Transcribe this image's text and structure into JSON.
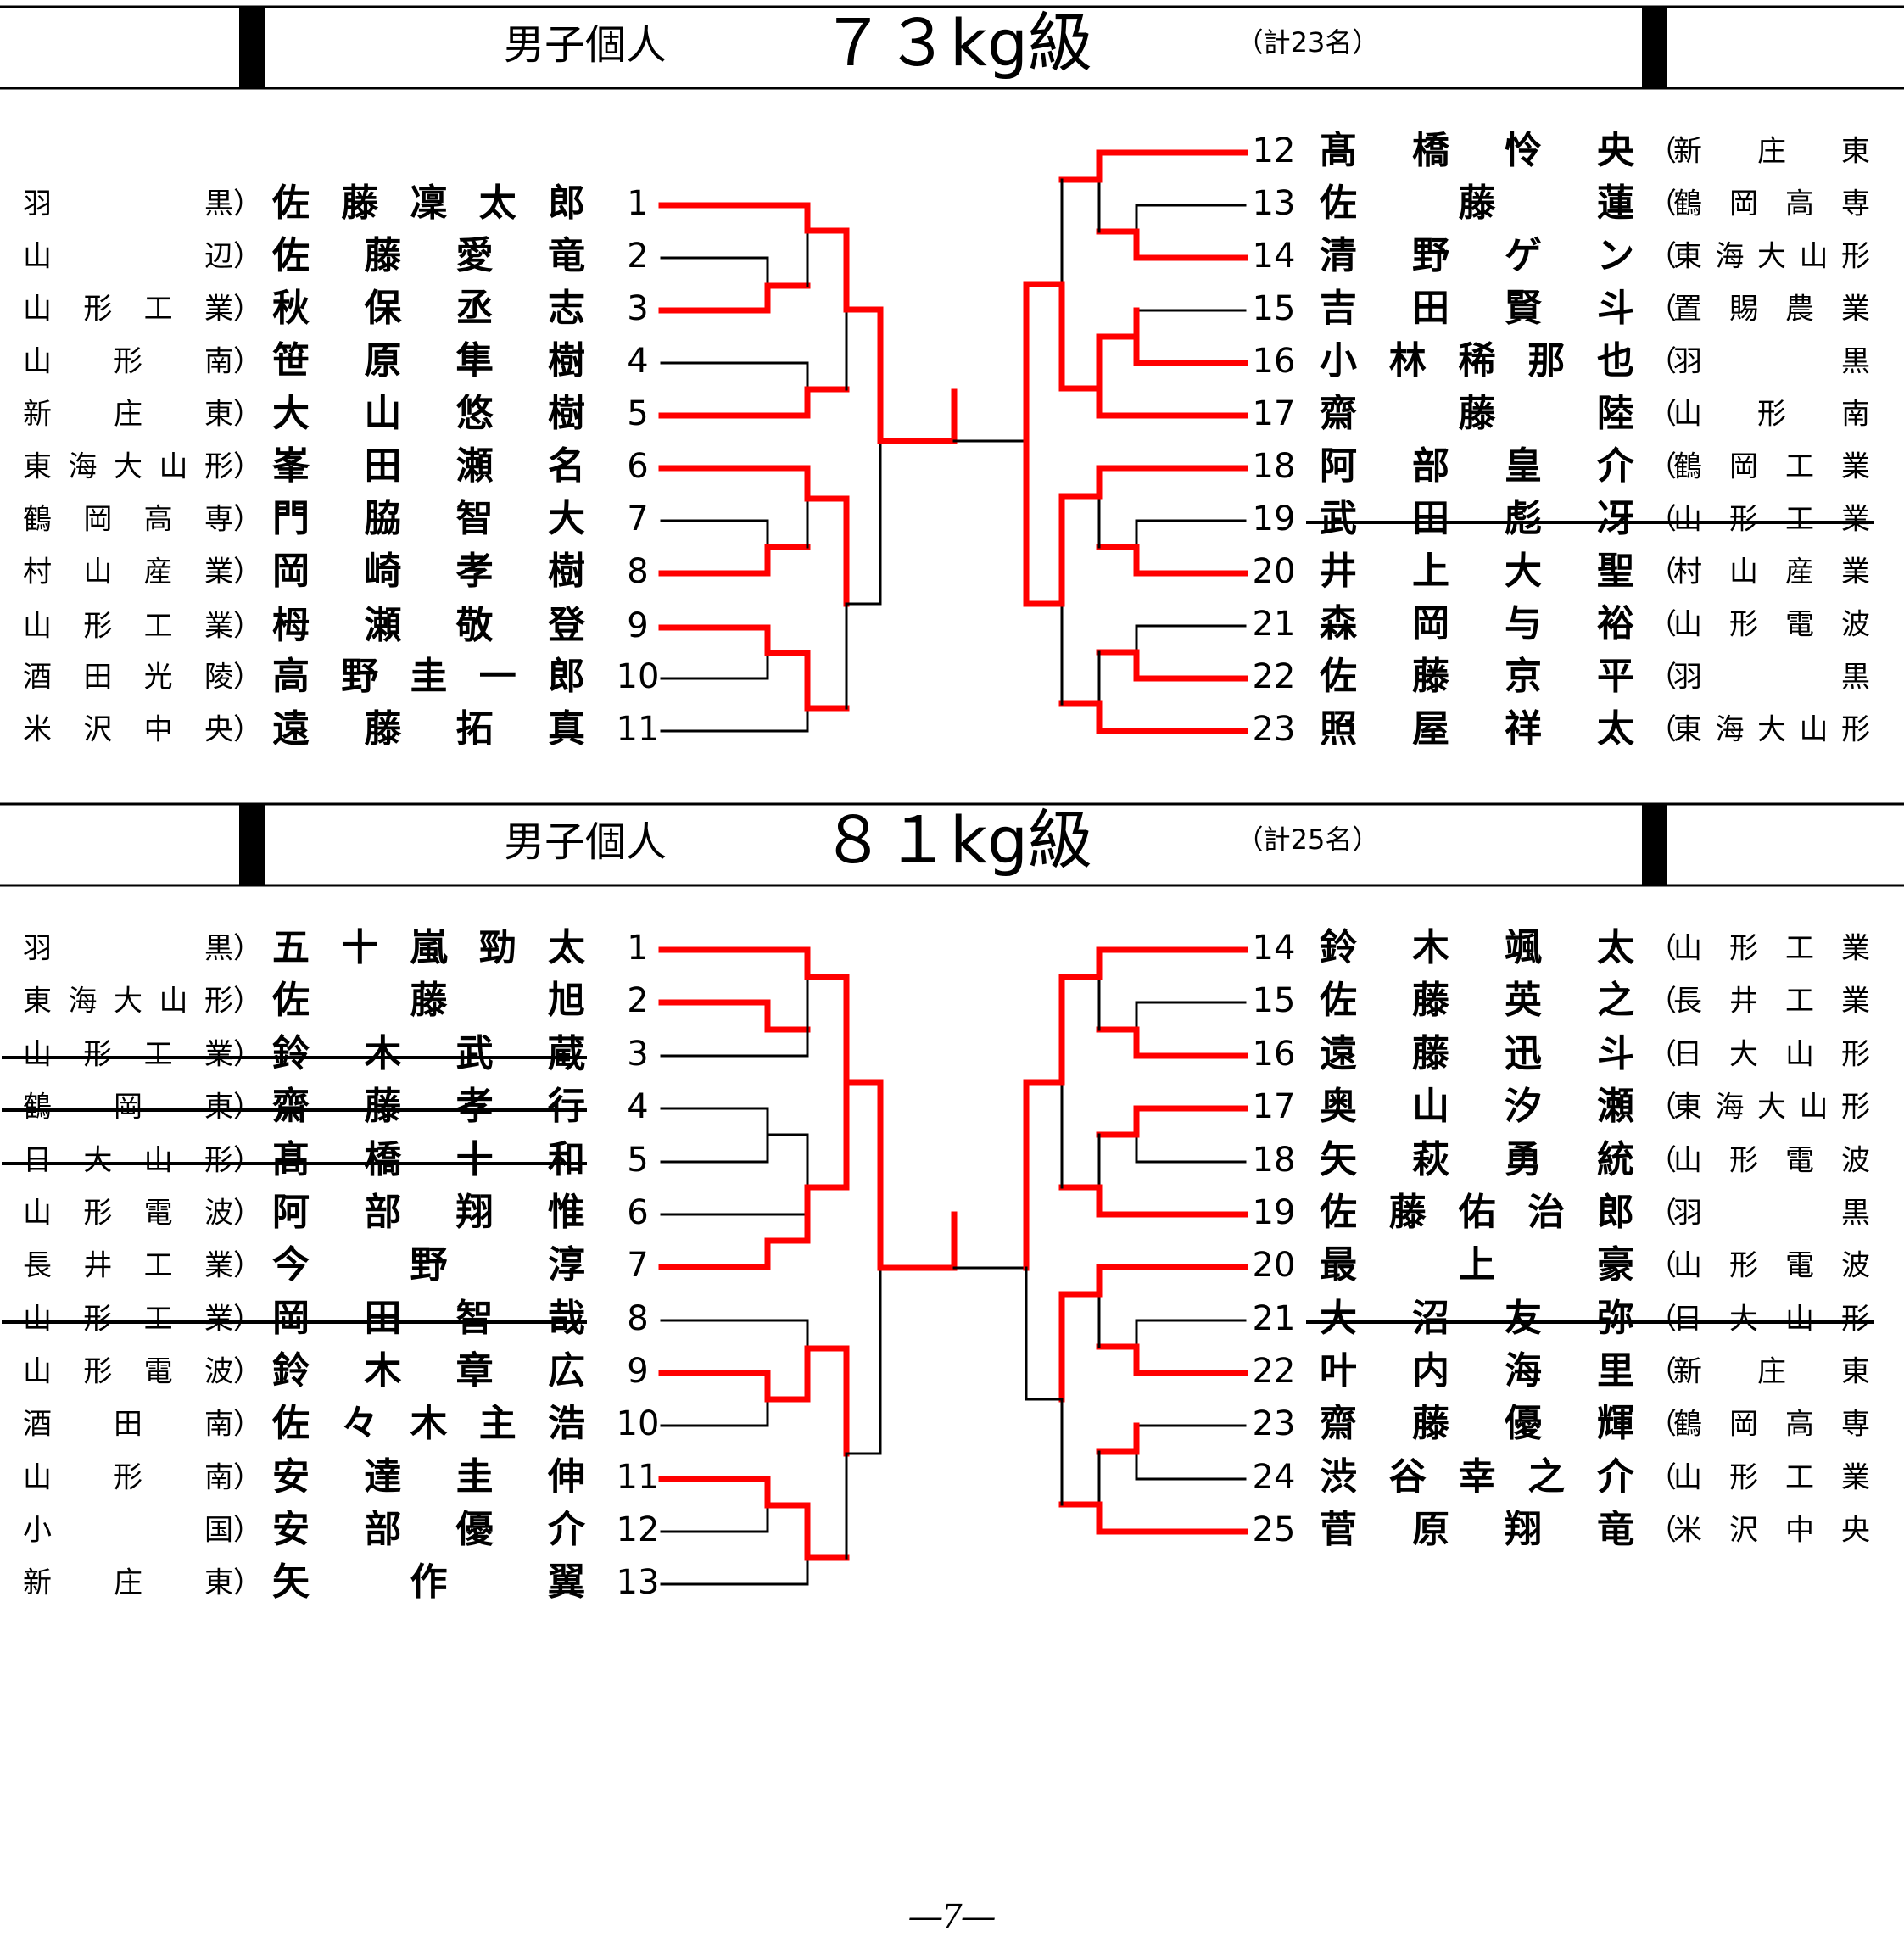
{
  "colors": {
    "win": "#ff0000",
    "line": "#000000"
  },
  "page_number": "―7―",
  "sections": [
    {
      "title": "男子個人",
      "weight": "７３kg級",
      "count": "（計23名）",
      "left": [
        {
          "no": "1",
          "name": "佐藤凜太郎",
          "school": "羽黒"
        },
        {
          "no": "2",
          "name": "佐藤愛竜",
          "school": "山辺"
        },
        {
          "no": "3",
          "name": "秋保丞志",
          "school": "山形工業"
        },
        {
          "no": "4",
          "name": "笹原隼樹",
          "school": "山形南"
        },
        {
          "no": "5",
          "name": "大山悠樹",
          "school": "新庄東"
        },
        {
          "no": "6",
          "name": "峯田瀬名",
          "school": "東海大山形"
        },
        {
          "no": "7",
          "name": "門脇智大",
          "school": "鶴岡高専"
        },
        {
          "no": "8",
          "name": "岡崎孝樹",
          "school": "村山産業"
        },
        {
          "no": "9",
          "name": "栂瀬敬登",
          "school": "山形工業"
        },
        {
          "no": "10",
          "name": "高野圭一郎",
          "school": "酒田光陵"
        },
        {
          "no": "11",
          "name": "遠藤拓真",
          "school": "米沢中央"
        }
      ],
      "right": [
        {
          "no": "12",
          "name": "髙橋怜央",
          "school": "新庄東"
        },
        {
          "no": "13",
          "name": "佐藤蓮",
          "school": "鶴岡高専"
        },
        {
          "no": "14",
          "name": "清野ゲン",
          "school": "東海大山形"
        },
        {
          "no": "15",
          "name": "吉田賢斗",
          "school": "置賜農業"
        },
        {
          "no": "16",
          "name": "小林稀那也",
          "school": "羽黒"
        },
        {
          "no": "17",
          "name": "齋藤陸",
          "school": "山形南"
        },
        {
          "no": "18",
          "name": "阿部皇介",
          "school": "鶴岡工業"
        },
        {
          "no": "19",
          "name": "武田彪冴",
          "school": "山形工業",
          "struck": true
        },
        {
          "no": "20",
          "name": "井上大聖",
          "school": "村山産業"
        },
        {
          "no": "21",
          "name": "森岡与裕",
          "school": "山形電波"
        },
        {
          "no": "22",
          "name": "佐藤京平",
          "school": "羽黒"
        },
        {
          "no": "23",
          "name": "照屋祥太",
          "school": "東海大山形"
        }
      ]
    },
    {
      "title": "男子個人",
      "weight": "８１kg級",
      "count": "（計25名）",
      "left": [
        {
          "no": "1",
          "name": "五十嵐勁太",
          "school": "羽黒"
        },
        {
          "no": "2",
          "name": "佐藤旭",
          "school": "東海大山形"
        },
        {
          "no": "3",
          "name": "鈴木武蔵",
          "school": "山形工業",
          "struck": true
        },
        {
          "no": "4",
          "name": "齋藤孝行",
          "school": "鶴岡東",
          "struck": true
        },
        {
          "no": "5",
          "name": "髙橋十和",
          "school": "日大山形",
          "struck": true
        },
        {
          "no": "6",
          "name": "阿部翔惟",
          "school": "山形電波"
        },
        {
          "no": "7",
          "name": "今野淳",
          "school": "長井工業"
        },
        {
          "no": "8",
          "name": "岡田智哉",
          "school": "山形工業",
          "struck": true
        },
        {
          "no": "9",
          "name": "鈴木章広",
          "school": "山形電波"
        },
        {
          "no": "10",
          "name": "佐々木主浩",
          "school": "酒田南"
        },
        {
          "no": "11",
          "name": "安達圭伸",
          "school": "山形南"
        },
        {
          "no": "12",
          "name": "安部優介",
          "school": "小国"
        },
        {
          "no": "13",
          "name": "矢作翼",
          "school": "新庄東"
        }
      ],
      "right": [
        {
          "no": "14",
          "name": "鈴木颯太",
          "school": "山形工業"
        },
        {
          "no": "15",
          "name": "佐藤英之",
          "school": "長井工業"
        },
        {
          "no": "16",
          "name": "遠藤迅斗",
          "school": "日大山形"
        },
        {
          "no": "17",
          "name": "奥山汐瀬",
          "school": "東海大山形"
        },
        {
          "no": "18",
          "name": "矢萩勇統",
          "school": "山形電波"
        },
        {
          "no": "19",
          "name": "佐藤佑治郎",
          "school": "羽黒"
        },
        {
          "no": "20",
          "name": "最上豪",
          "school": "山形電波"
        },
        {
          "no": "21",
          "name": "大沼友弥",
          "school": "日大山形",
          "struck": true
        },
        {
          "no": "22",
          "name": "叶内海里",
          "school": "新庄東"
        },
        {
          "no": "23",
          "name": "齋藤優輝",
          "school": "鶴岡高専"
        },
        {
          "no": "24",
          "name": "渋谷幸之介",
          "school": "山形工業"
        },
        {
          "no": "25",
          "name": "菅原翔竜",
          "school": "米沢中央"
        }
      ]
    }
  ]
}
